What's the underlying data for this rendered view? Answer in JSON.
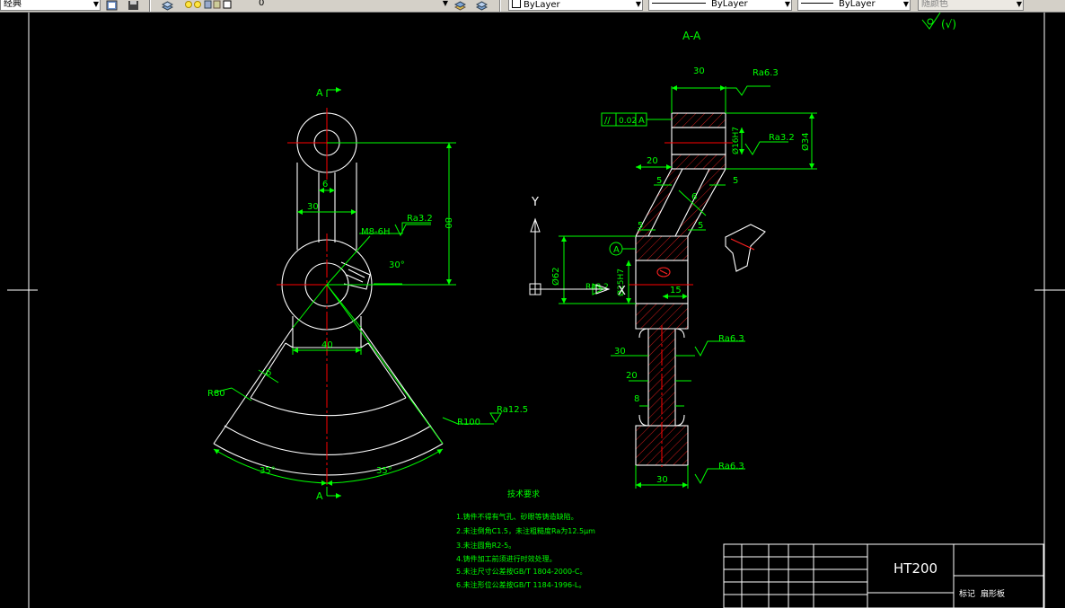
{
  "toolbar": {
    "workspace_value": "经典",
    "layer_value": "0",
    "color_value": "ByLayer",
    "linetype_value": "ByLayer",
    "lineweight_value": "ByLayer",
    "plotstyle_value": "随颜色"
  },
  "colors": {
    "canvas": "#000000",
    "geometry": "#ffffff",
    "dimension": "#00ff00",
    "centerline": "#ff0000",
    "hatch": "#ff0000"
  },
  "drawing": {
    "section_title": "A-A",
    "roughness_corner": "(√)",
    "section_mark_top": "A",
    "section_mark_bottom": "A",
    "front_view": {
      "dim_6": "6",
      "dim_30": "30",
      "dim_80": "80",
      "thread_label": "M8-6H",
      "roughness_thread": "Ra3.2",
      "angle_30": "30°",
      "dim_40": "40",
      "dim_6_rib": "6",
      "radius_80": "R80",
      "radius_100": "R100",
      "roughness_arc": "Ra12.5",
      "angle_left": "35°",
      "angle_right": "35°"
    },
    "section_view": {
      "roughness_top": "Ra6.3",
      "dim_30_top": "30",
      "tolerance_symbol": "//",
      "tolerance_value": "0.02",
      "tolerance_datum": "A",
      "bore_small": "Ø16H7",
      "roughness_bore": "Ra3.2",
      "dim_34": "Ø34",
      "dim_20_top": "20",
      "dim_5_a": "5",
      "dim_5_b": "5",
      "dim_6_web": "6",
      "dim_5_c": "5",
      "dim_5_d": "5",
      "datum_label": "A",
      "dim_62": "Ø62",
      "bore_large": "Ø25H7",
      "roughness_bore_large": "Ra3.2",
      "dim_15": "15",
      "dim_30_mid": "30",
      "roughness_mid": "Ra6.3",
      "dim_20_mid": "20",
      "dim_8": "8",
      "dim_30_bottom": "30",
      "roughness_bottom": "Ra6.3"
    },
    "ucs_y": "Y",
    "ucs_x": "X",
    "notes": {
      "title": "技术要求",
      "items": [
        "1.铸件不得有气孔、砂眼等铸造缺陷。",
        "2.未注倒角C1.5，未注粗糙度Ra为12.5μm",
        "3.未注圆角R2-5。",
        "4.铸件加工前须进行时效处理。",
        "5.未注尺寸公差按GB/T 1804-2000-C。",
        "6.未注形位公差按GB/T 1184-1996-L。"
      ]
    },
    "title_block": {
      "material": "HT200",
      "part_name": "扇形板",
      "designer_label": "标记"
    }
  }
}
